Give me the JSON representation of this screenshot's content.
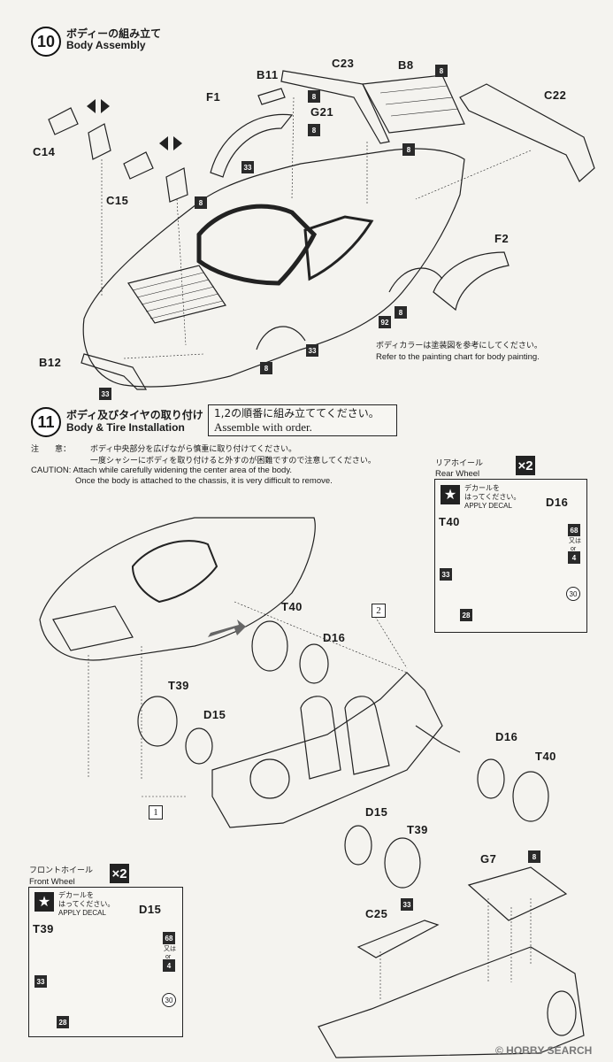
{
  "step10": {
    "number": "10",
    "title_jp": "ボディーの組み立て",
    "title_en": "Body Assembly",
    "parts": {
      "b11": "B11",
      "c23": "C23",
      "b8": "B8",
      "f1": "F1",
      "g21": "G21",
      "c22": "C22",
      "c14": "C14",
      "c15": "C15",
      "f2": "F2",
      "b12": "B12"
    },
    "paint_8": "8",
    "paint_33": "33",
    "paint_92": "92",
    "note_jp": "ボディカラーは塗装図を参考にしてください。",
    "note_en": "Refer to the painting chart for body painting."
  },
  "step11": {
    "number": "11",
    "title_jp": "ボディ及びタイヤの取り付け",
    "title_en": "Body & Tire Installation",
    "order_jp": "1,2の順番に組み立ててください。",
    "order_en": "Assemble with order.",
    "caution_label_jp": "注　　意：",
    "caution_jp_1": "ボディ中央部分を広げながら慎重に取り付けてください。",
    "caution_jp_2": "一度シャシーにボディを取り付けると外すのが困難ですので注意してください。",
    "caution_en_1": "CAUTION: Attach while carefully widening the center area of the body.",
    "caution_en_2": "Once the body is attached to the chassis, it is very difficult to remove.",
    "parts": {
      "t40a": "T40",
      "d16a": "D16",
      "t39a": "T39",
      "d15a": "D15",
      "d16b": "D16",
      "t40b": "T40",
      "d15b": "D15",
      "t39b": "T39",
      "g7": "G7",
      "c25": "C25"
    },
    "order_1": "1",
    "order_2": "2",
    "paint_8": "8",
    "paint_33": "33"
  },
  "rear_wheel": {
    "title_jp": "リアホイール",
    "title_en": "Rear Wheel",
    "count": "×2",
    "decal_jp_1": "デカールを",
    "decal_jp_2": "はってください。",
    "decal_en": "APPLY DECAL",
    "tire": "T40",
    "wheel": "D16",
    "paint_68": "68",
    "or_jp": "又は",
    "or_en": "or",
    "paint_4": "4",
    "paint_33": "33",
    "paint_28": "28",
    "paint_30": "30"
  },
  "front_wheel": {
    "title_jp": "フロントホイール",
    "title_en": "Front Wheel",
    "count": "×2",
    "decal_jp_1": "デカールを",
    "decal_jp_2": "はってください。",
    "decal_en": "APPLY DECAL",
    "tire": "T39",
    "wheel": "D15",
    "paint_68": "68",
    "or_jp": "又は",
    "or_en": "or",
    "paint_4": "4",
    "paint_33": "33",
    "paint_28": "28",
    "paint_30": "30"
  },
  "watermark": "© HOBBY SEARCH"
}
